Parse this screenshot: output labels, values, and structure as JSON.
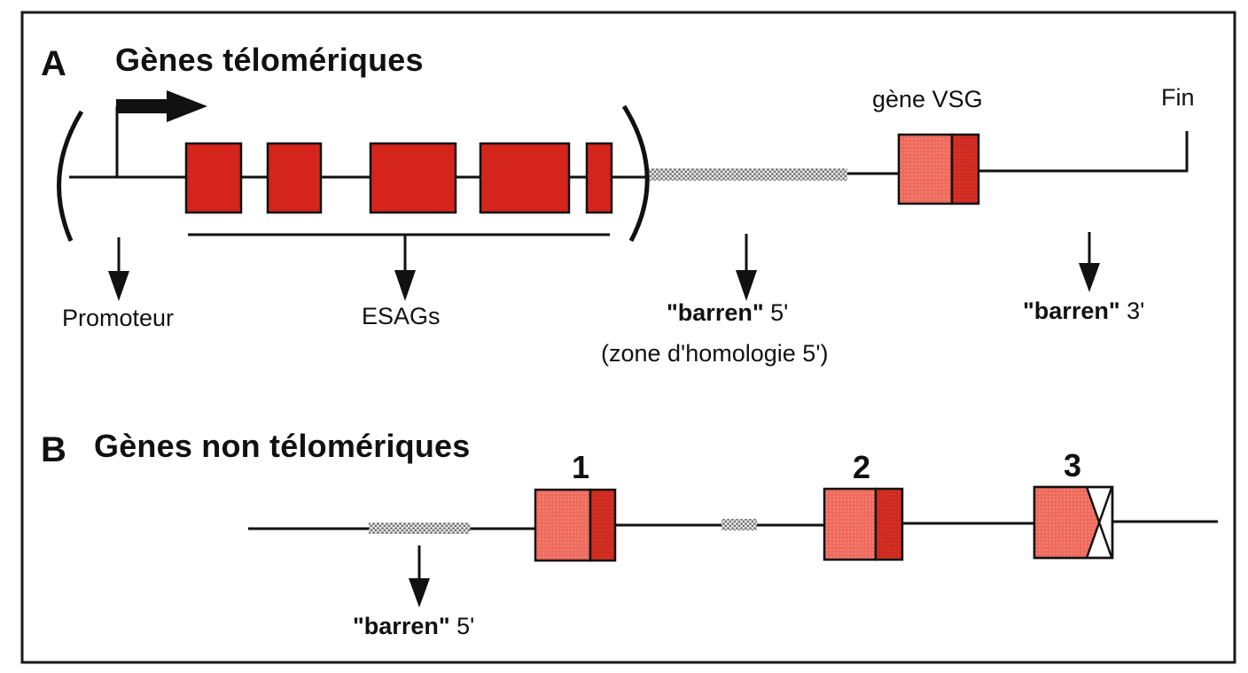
{
  "panel_a": {
    "letter": "A",
    "title": "Gènes télomériques",
    "labels": {
      "gene_vsg": "gène VSG",
      "end": "Fin",
      "promoter": "Promoteur",
      "esags": "ESAGs",
      "barren5_bold": "\"barren\"",
      "barren5_rest": " 5'",
      "barren5_note": "(zone d'homologie 5')",
      "barren3_bold": "\"barren\"",
      "barren3_rest": " 3'"
    }
  },
  "panel_b": {
    "letter": "B",
    "title": "Gènes non télomériques",
    "gene_numbers": [
      "1",
      "2",
      "3"
    ],
    "labels": {
      "barren5_bold": "\"barren\"",
      "barren5_rest": " 5'"
    }
  },
  "colors": {
    "esag_red": "#d4241c",
    "vsg_light": "#ee6a5c",
    "vsg_dark": "#cf2a20",
    "barren_dots": "#b8b8b8",
    "line": "#111111",
    "frame": "#1a1a1a"
  }
}
